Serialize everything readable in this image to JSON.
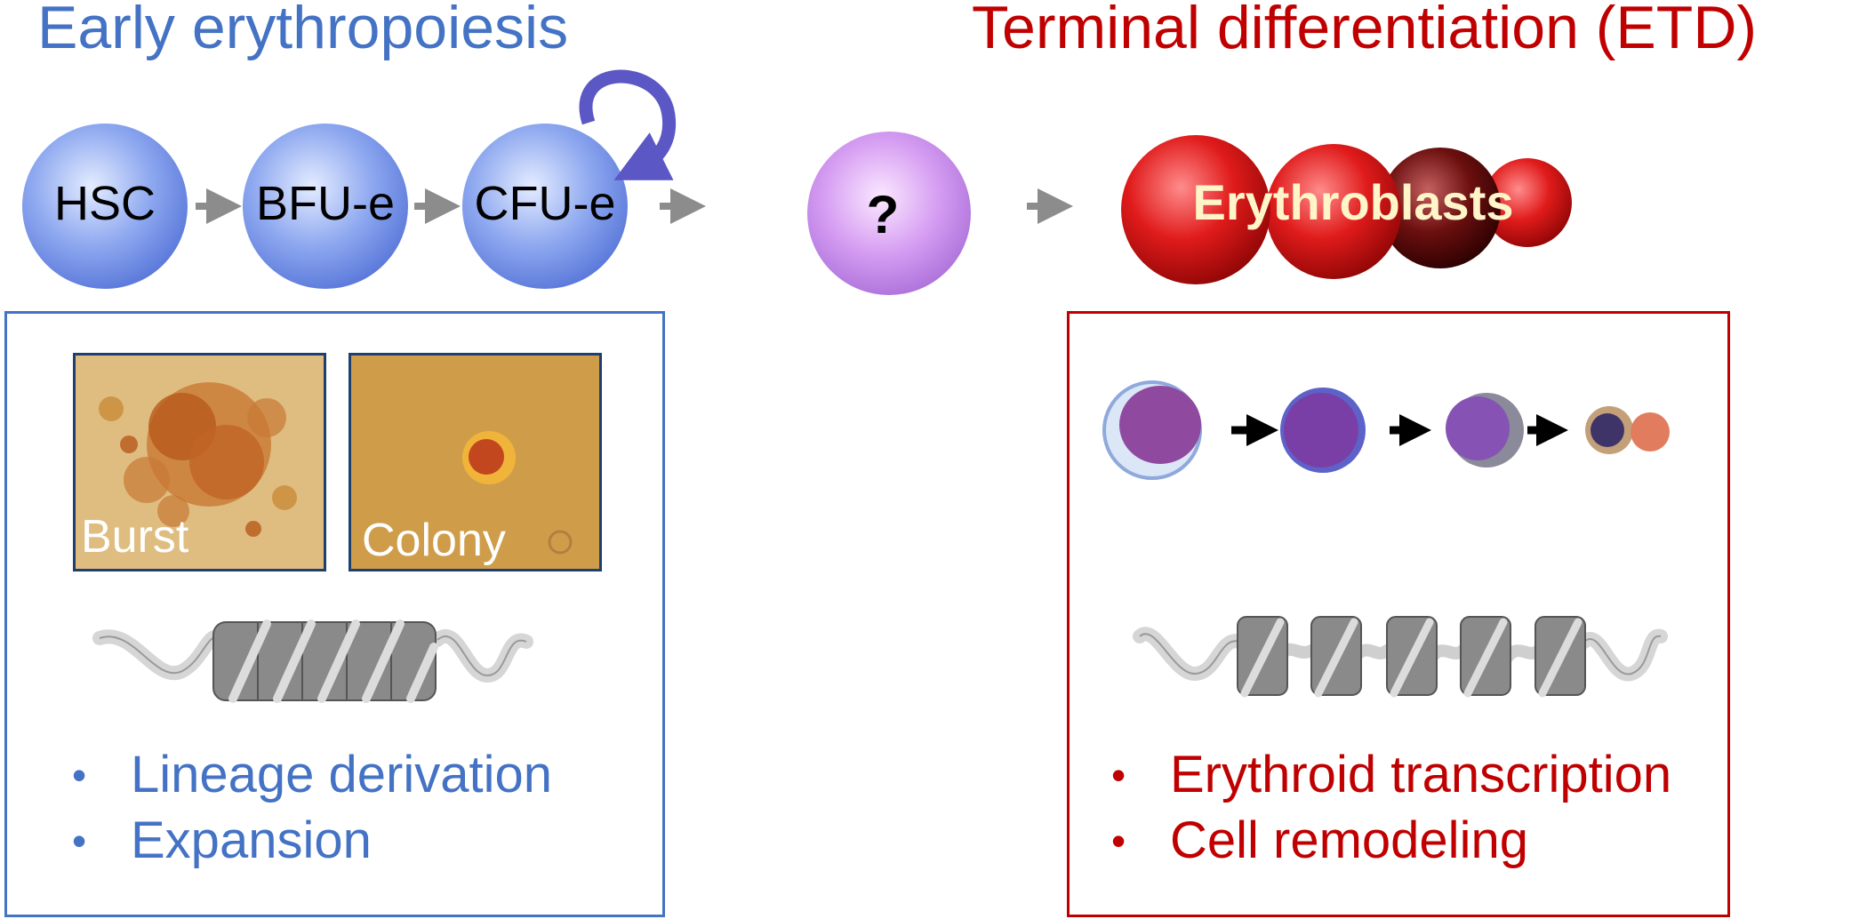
{
  "colors": {
    "early": "#4472c4",
    "terminal": "#c00000",
    "arrow_gray": "#8c8c8c",
    "curved_arrow": "#5b57c4"
  },
  "early": {
    "title": "Early erythropoiesis",
    "cells": [
      "HSC",
      "BFU-e",
      "CFU-e"
    ],
    "micrographs": {
      "burst": "Burst",
      "colony": "Colony"
    },
    "bullets": [
      "Lineage derivation",
      "Expansion"
    ]
  },
  "unknown_cell": {
    "label": "?"
  },
  "terminal": {
    "title": "Terminal differentiation (ETD)",
    "cluster_label": "Erythroblasts",
    "bullets": [
      "Erythroid transcription",
      "Cell remodeling"
    ]
  },
  "bullet_symbol": "•"
}
